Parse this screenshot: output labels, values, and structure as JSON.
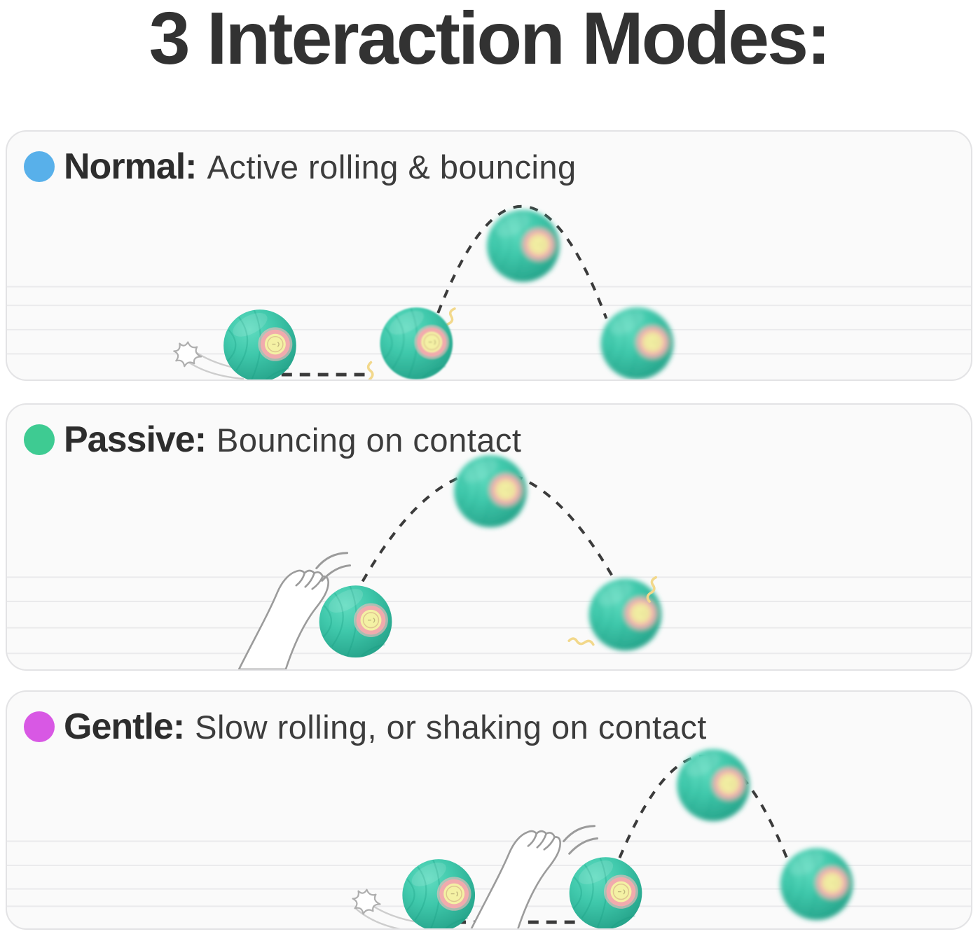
{
  "title": "3 Interaction Modes:",
  "modes": [
    {
      "id": "normal",
      "label": "Normal:",
      "description": "Active rolling & bouncing",
      "dot_color": "#58b0ea"
    },
    {
      "id": "passive",
      "label": "Passive:",
      "description": "Bouncing on contact",
      "dot_color": "#3ecb92"
    },
    {
      "id": "gentle",
      "label": "Gentle:",
      "description": "Slow rolling, or shaking on contact",
      "dot_color": "#d858e4"
    }
  ],
  "colors": {
    "title_text": "#323232",
    "label_text": "#2d2d2d",
    "description_text": "#3c3c3c",
    "panel_background": "#fafafa",
    "panel_border": "#e3e3e5",
    "floor_line": "#eaeaec",
    "trajectory_dash": "#3b3b3b",
    "ball_body": "#3fc8ab",
    "ball_ring": "#f1abad",
    "ball_lens": "#f4f1a4",
    "vibration_mark": "#f2d88b",
    "sketch_line": "#9b9b9b"
  }
}
